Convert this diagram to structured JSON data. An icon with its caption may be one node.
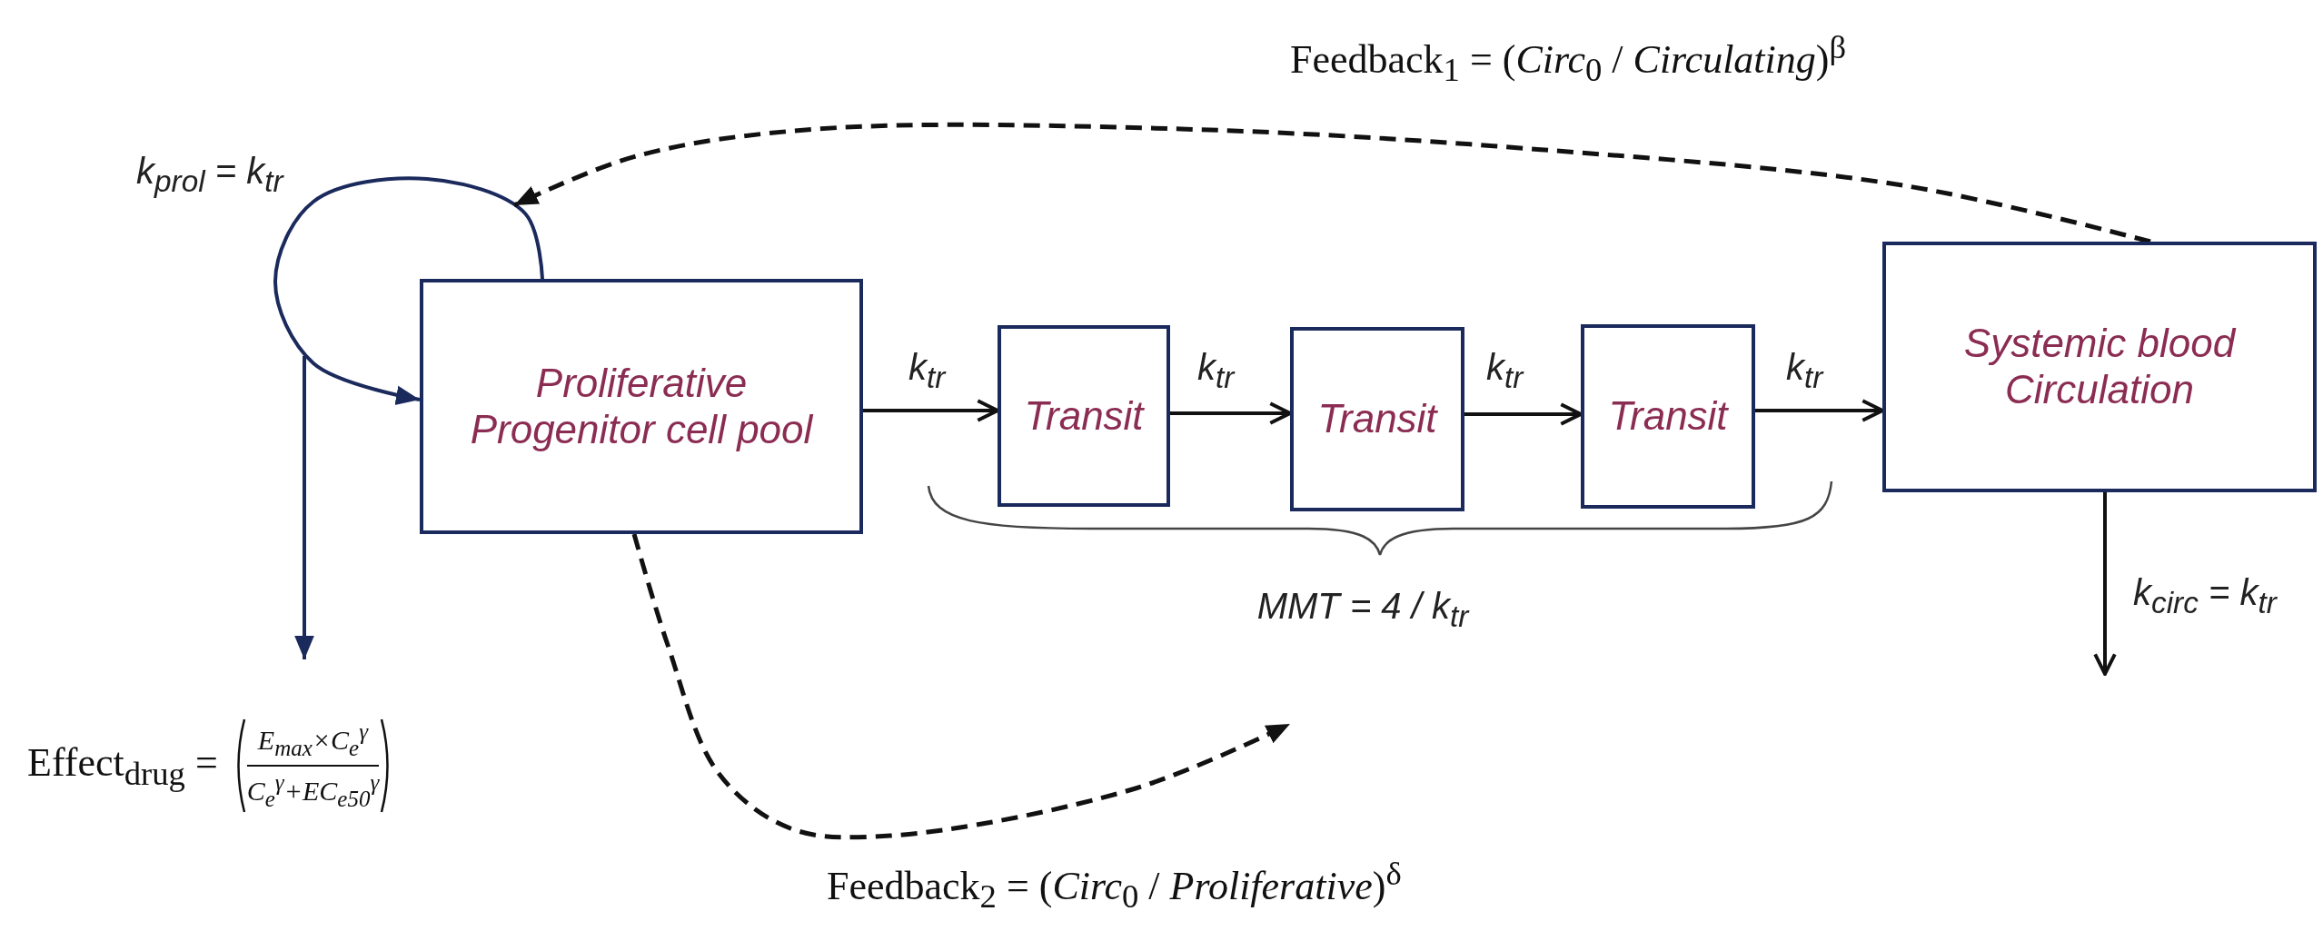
{
  "diagram": {
    "nodes": [
      {
        "text": [
          "Proliferative Progenitor cell pool"
        ]
      },
      {
        "text": [
          "Transit"
        ]
      },
      {
        "text": [
          "Transit"
        ]
      },
      {
        "text": [
          "Transit"
        ]
      },
      {
        "text": [
          "Systemic blood Circulation"
        ]
      },
      {
        "text": [
          "Effect$_{drug}$ =",
          "E$_{max}$×C$_{e}$$^{γ}$",
          "C$_{e}$$^{γ}$+EC$_{e50}$$^{γ}$"
        ]
      },
      {
        "text": [
          "MMT = 4 / k$_{tr}$"
        ]
      }
    ],
    "edges": [
      {
        "from": 0,
        "to": 1,
        "arrow": "to",
        "label": "k$_{tr}$"
      },
      {
        "from": 1,
        "to": 2,
        "arrow": "to",
        "label": "k$_{tr}$"
      },
      {
        "from": 2,
        "to": 3,
        "arrow": "to",
        "label": "k$_{tr}$"
      },
      {
        "from": 3,
        "to": 4,
        "arrow": "to",
        "label": "k$_{tr}$"
      },
      {
        "from": 0,
        "to": 0,
        "arrow": "to",
        "label": "k$_{prol}$ = k$_{tr}$",
        "color": "#1b2a5c"
      },
      {
        "from": 0,
        "to": 5,
        "arrow": "to",
        "color": "#1b2a5c"
      },
      {
        "from": 4,
        "to": null,
        "arrow": "to",
        "style": "dashed",
        "label": "Feedback$_{1}$ = (*Circ*$_{0}$ / *Circulating*)$^{β}$"
      },
      {
        "from": 0,
        "to": 6,
        "arrow": "to",
        "style": "dashed",
        "label": "Feedback$_{2}$ = (*Circ*$_{0}$ / *Proliferative*)$^{δ}$"
      },
      {
        "from": 4,
        "to": null,
        "arrow": "to",
        "label": "k$_{circ}$ = k$_{tr}$"
      }
    ]
  }
}
